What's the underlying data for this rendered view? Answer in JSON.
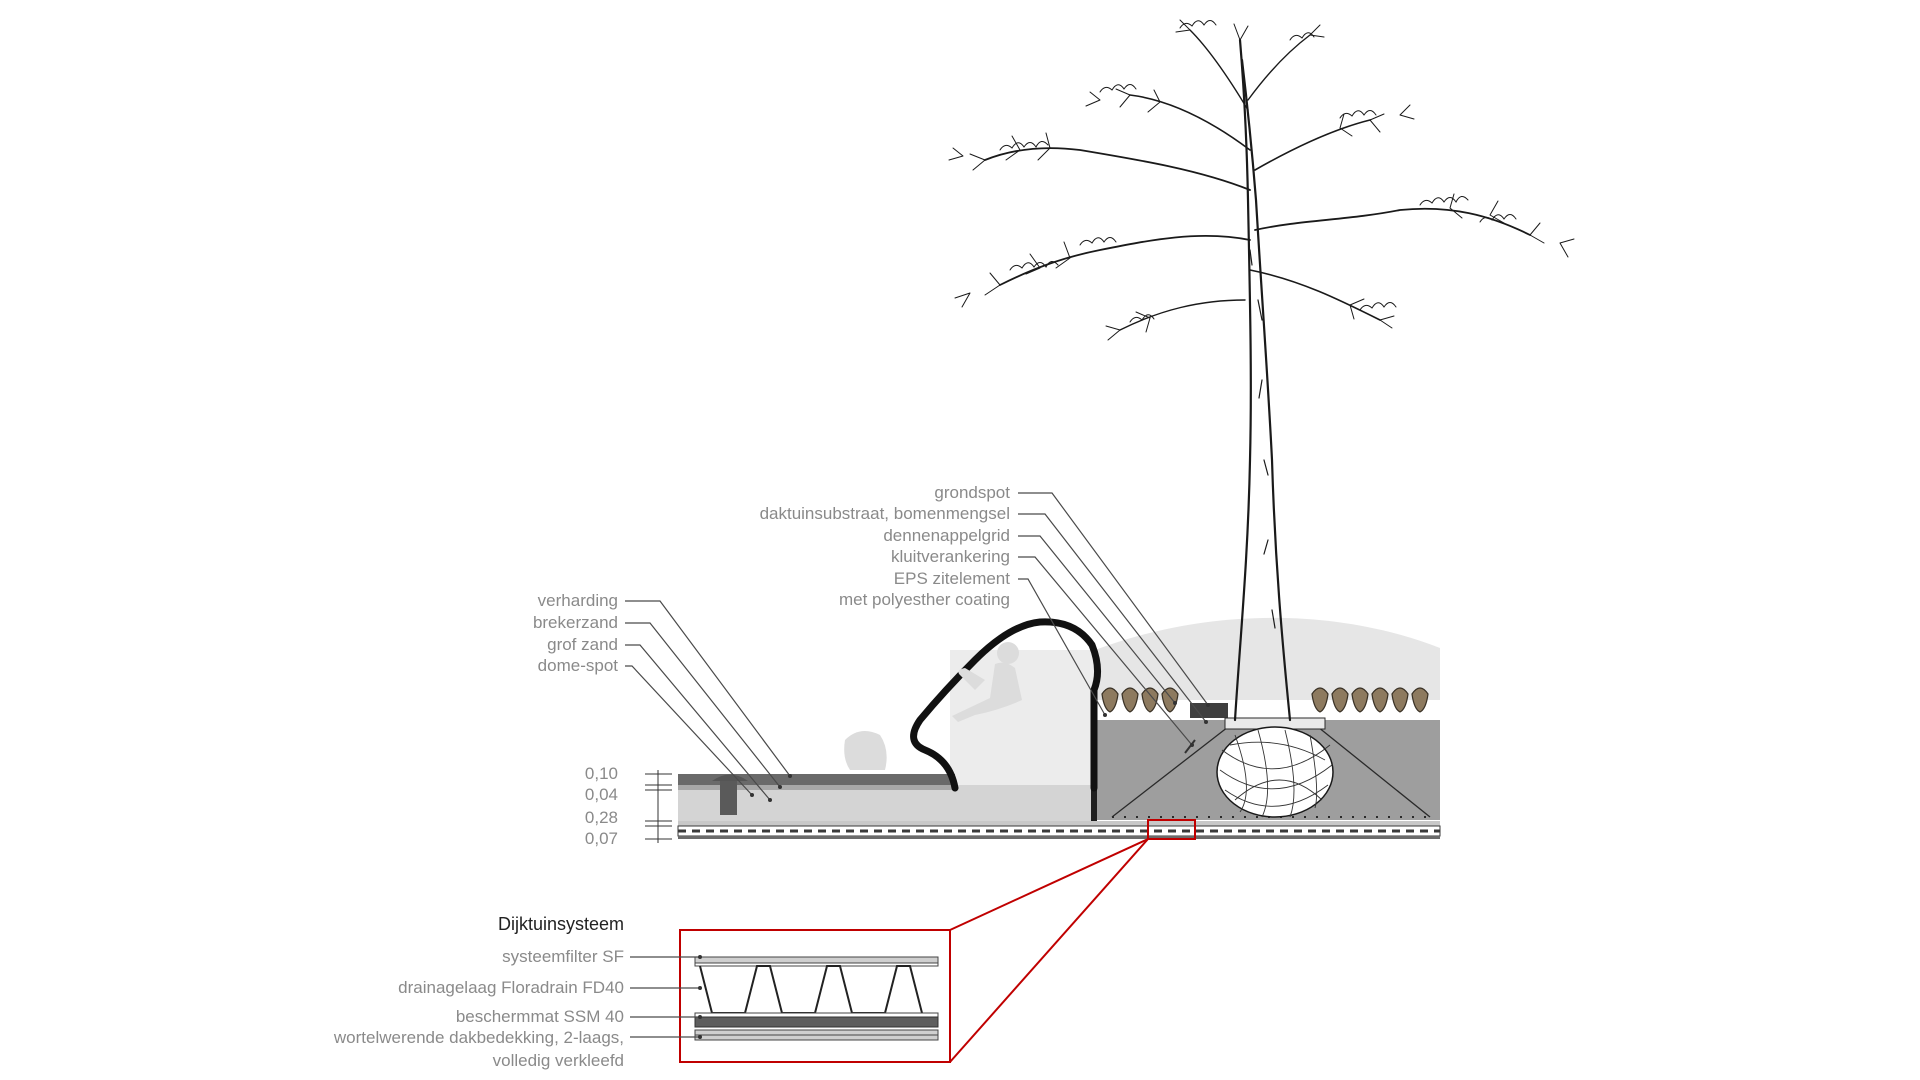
{
  "title": "Dijktuinsysteem",
  "left_labels": [
    "verharding",
    "brekerzand",
    "grof zand",
    "dome-spot"
  ],
  "right_labels": [
    "grondspot",
    "daktuinsubstraat, bomenmengsel",
    "dennenappelgrid",
    "kluitverankering",
    "EPS zitelement",
    "met polyesther coating"
  ],
  "dimensions": [
    "0,10",
    "0,04",
    "0,28",
    "0,07"
  ],
  "detail_labels": [
    "systeemfilter SF",
    "drainagelaag Floradrain FD40",
    "beschermmat SSM 40",
    "wortelwerende dakbedekking, 2-laags,",
    "volledig verkleefd"
  ],
  "colors": {
    "highlight": "#c00000",
    "label_text": "#8a8a8a",
    "substrate": "#9d9d9d",
    "sand": "#cfcfcf",
    "mound": "#e4e4e4",
    "ink": "#1a1a1a"
  }
}
